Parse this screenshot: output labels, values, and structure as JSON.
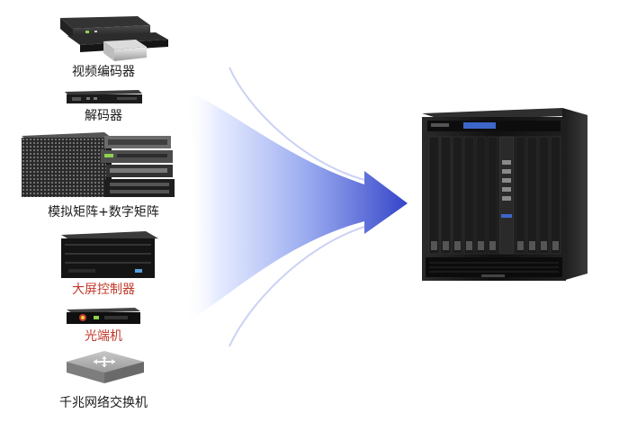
{
  "devices": [
    {
      "label": "视频编码器",
      "color": "dark"
    },
    {
      "label": "解码器",
      "color": "dark"
    },
    {
      "label": "模拟矩阵+数字矩阵",
      "color": "dark"
    },
    {
      "label": "大屏控制器",
      "color": "red"
    },
    {
      "label": "光端机",
      "color": "red"
    },
    {
      "label": "千兆网络交换机",
      "color": "dark"
    }
  ],
  "colors": {
    "text_dark": "#1a1a1a",
    "text_red": "#c0392b",
    "funnel_blue": "#3b4fd0",
    "chassis_black": "#111111"
  },
  "icons": [
    "encoder-stack-icon",
    "decoder-box-icon",
    "matrix-rack-icon",
    "screen-controller-icon",
    "optical-terminal-icon",
    "network-switch-icon",
    "funnel-arrow-icon",
    "rack-chassis-icon"
  ]
}
